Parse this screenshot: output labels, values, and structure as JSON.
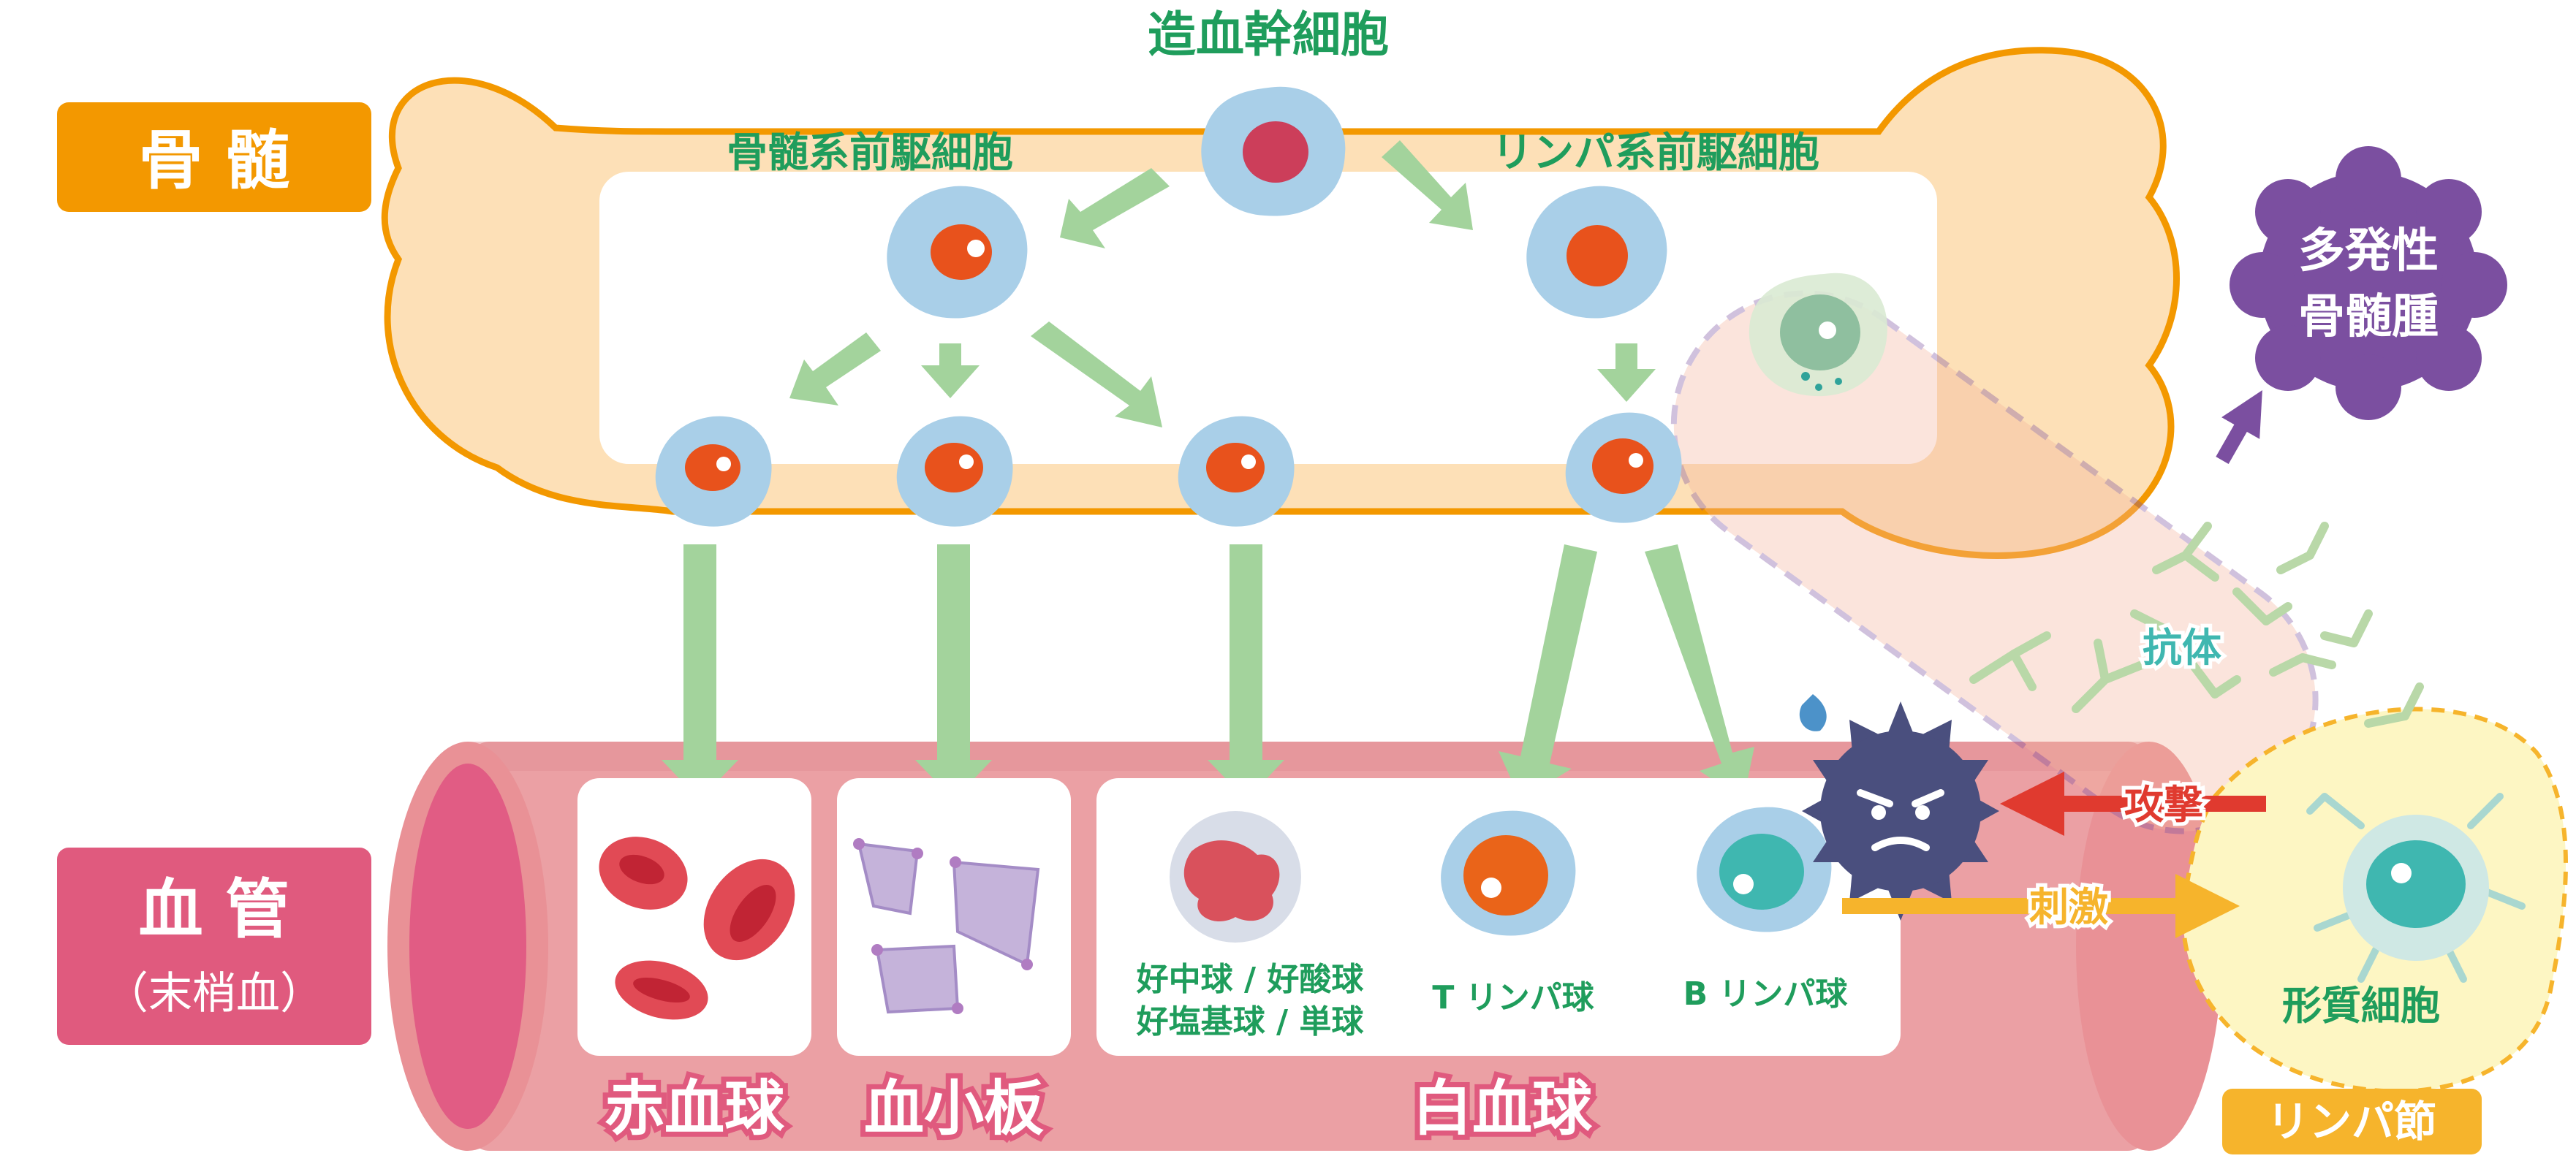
{
  "diagram": {
    "sections": {
      "marrow": "骨 髄",
      "vessel": "血 管",
      "vessel_sub": "（末梢血）"
    },
    "cells": {
      "stem": "造血幹細胞",
      "myeloid_progenitor": "骨髄系前駆細胞",
      "lymphoid_progenitor": "リンパ系前駆細胞",
      "granulocytes_line1": "好中球 / 好酸球",
      "granulocytes_line2": "好塩基球 / 単球",
      "t_cell": "T リンパ球",
      "b_cell": "B リンパ球",
      "plasma_cell": "形質細胞"
    },
    "groups": {
      "rbc": "赤血球",
      "platelet": "血小板",
      "wbc": "白血球"
    },
    "labels": {
      "myeloma_line1": "多発性",
      "myeloma_line2": "骨髄腫",
      "antibody": "抗体",
      "attack": "攻撃",
      "stimulate": "刺激",
      "lymph_node": "リンパ節"
    },
    "colors": {
      "marrow_tag": "#f39800",
      "vessel_tag": "#e05a7e",
      "green_text": "#1f9d5c",
      "arrow_green": "#a3d39c",
      "myeloma_purple": "#7b4fa0",
      "attack_red": "#e03a2f",
      "stimulate_yellow": "#f6b42c",
      "cell_blue": "#a9cfe8",
      "nucleus_orange": "#e8521c",
      "germ_navy": "#4a4f7e"
    }
  }
}
